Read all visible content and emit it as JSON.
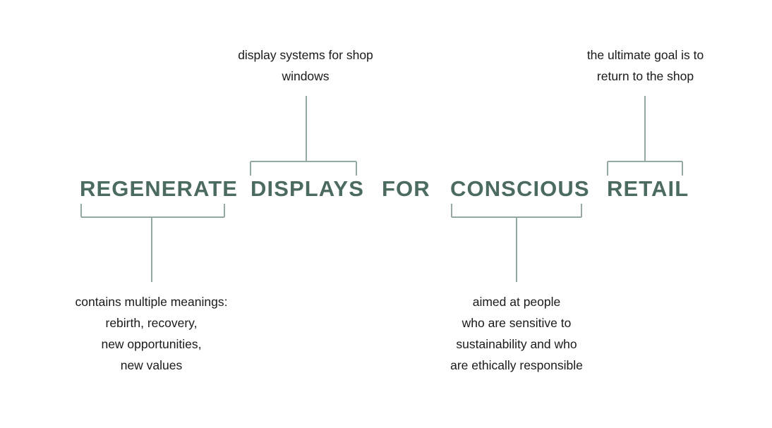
{
  "headline": {
    "words": [
      {
        "id": "regenerate",
        "text": "REGENERATE"
      },
      {
        "id": "displays",
        "text": "DISPLAYS"
      },
      {
        "id": "for",
        "text": "FOR"
      },
      {
        "id": "conscious",
        "text": "CONSCIOUS"
      },
      {
        "id": "retail",
        "text": "RETAIL"
      }
    ]
  },
  "notes": {
    "displays": "display systems for shop\nwindows",
    "retail": "the ultimate goal is to\nreturn to the shop",
    "regenerate": "contains multiple meanings:\nrebirth, recovery,\nnew opportunities,\nnew values",
    "conscious": "aimed at people\nwho are sensitive to\nsustainability and who\nare ethically responsible"
  },
  "colors": {
    "headline": "#4c6b5f",
    "note_text": "#1a1a1a",
    "connector": "#93a9a2",
    "background": "#ffffff"
  }
}
